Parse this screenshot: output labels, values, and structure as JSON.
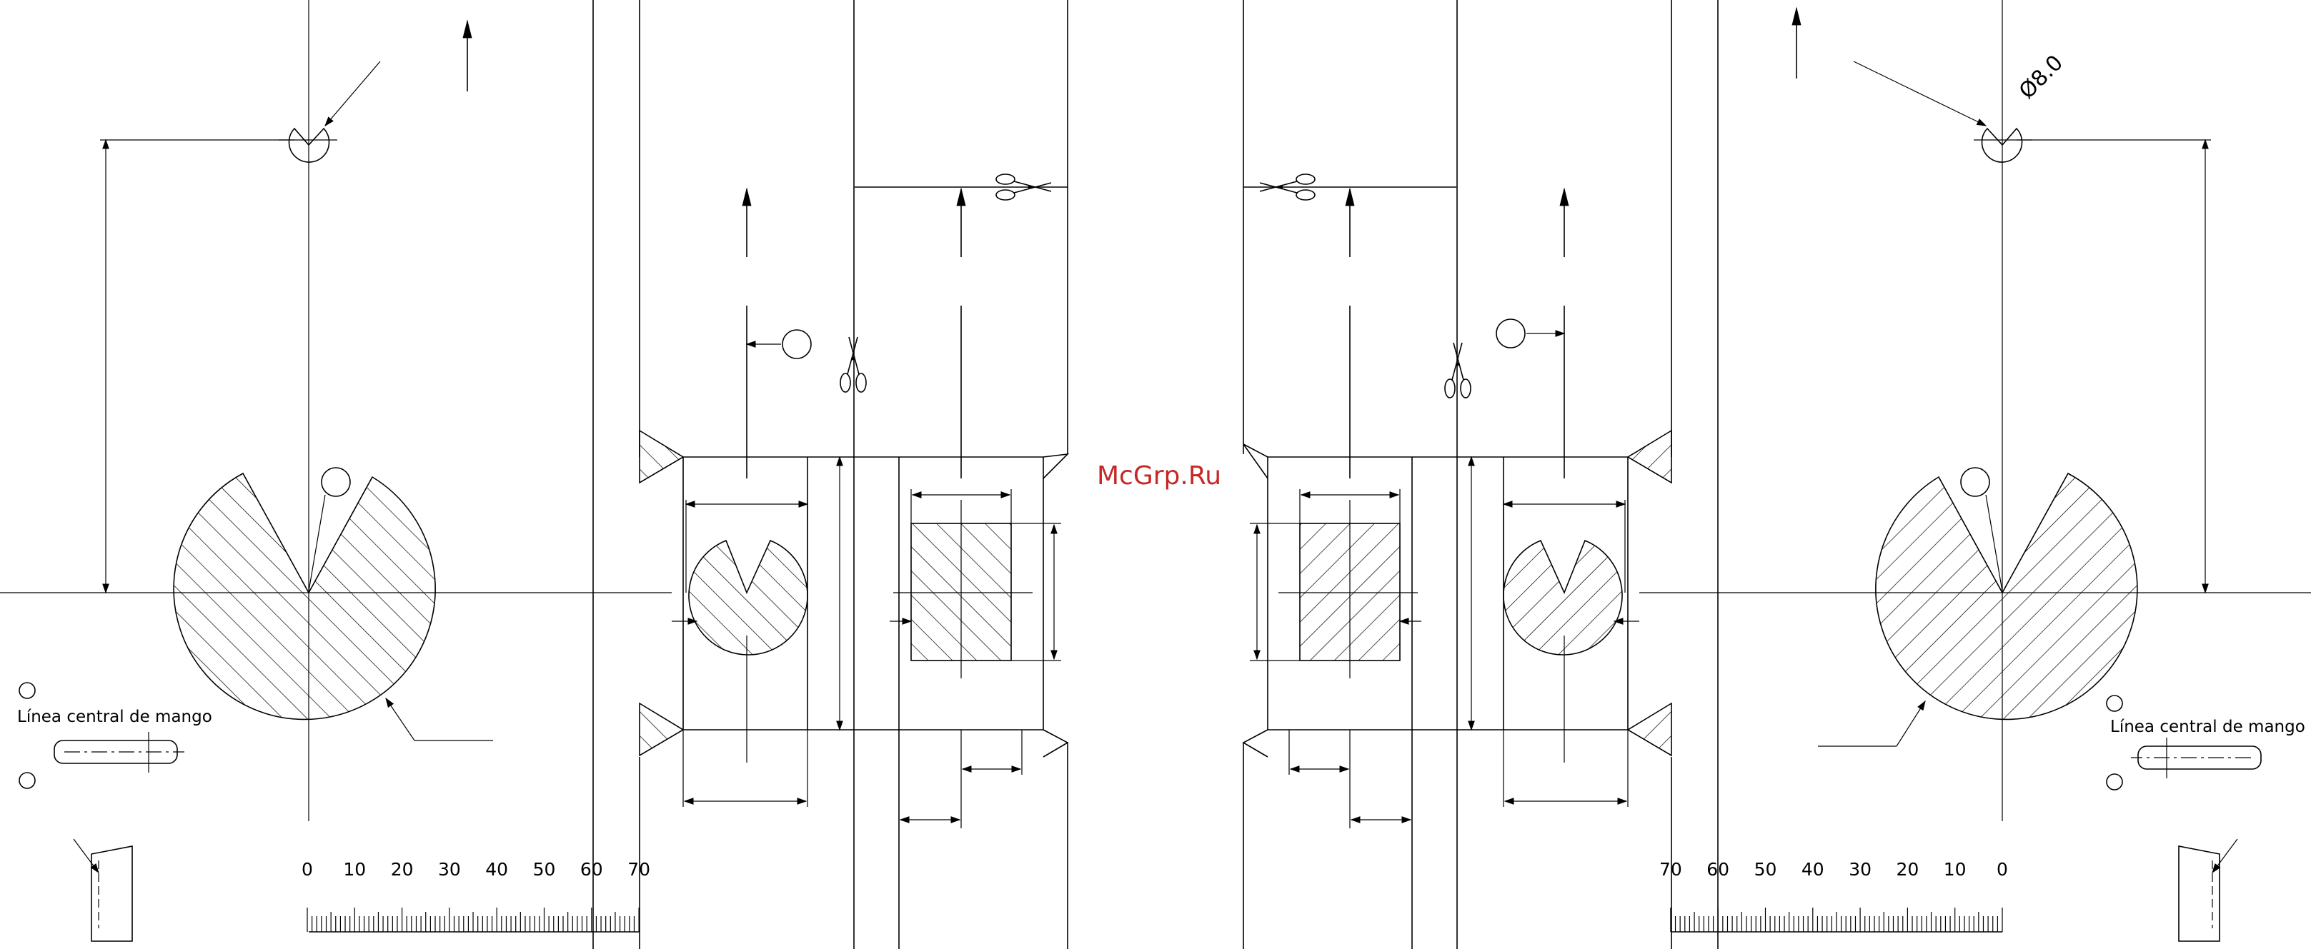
{
  "watermark": "McGrp.Ru",
  "left_template": {
    "handle_label": "Línea central de mango",
    "scale_labels": [
      "0",
      "10",
      "20",
      "30",
      "40",
      "50",
      "60",
      "70"
    ]
  },
  "right_template": {
    "handle_label": "Línea central de mango",
    "diameter_label": "Ø8.0",
    "scale_labels": [
      "70",
      "60",
      "50",
      "40",
      "30",
      "20",
      "10",
      "0"
    ]
  },
  "icons": [
    "scissors-icon",
    "arrow-up-icon"
  ]
}
